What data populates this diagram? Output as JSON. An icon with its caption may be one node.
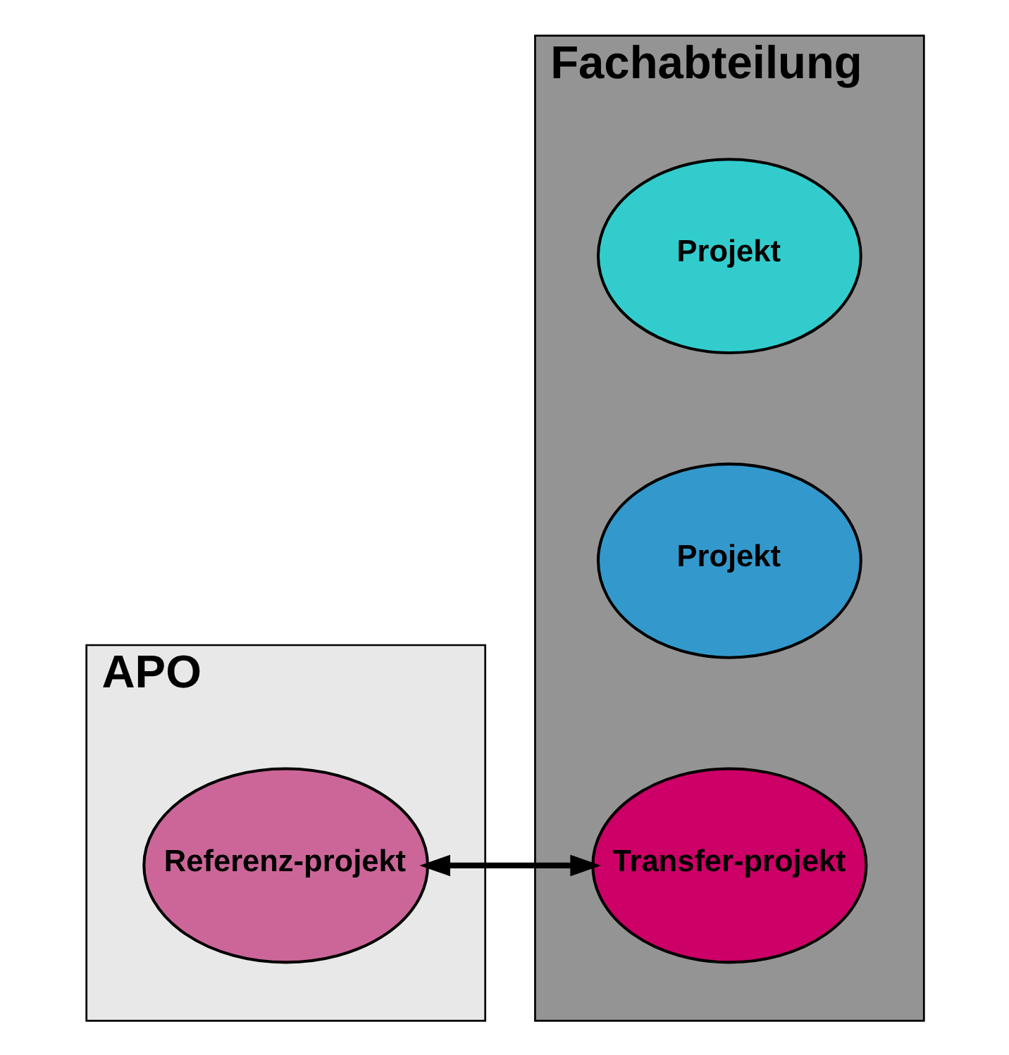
{
  "diagram": {
    "nodes": [
      {
        "text": [
          "APO"
        ]
      },
      {
        "text": [
          "Fachabteilung"
        ]
      },
      {
        "text": [
          "Referenz-projekt"
        ],
        "in": 0
      },
      {
        "text": [
          "Projekt"
        ],
        "in": 1
      },
      {
        "text": [
          "Projekt"
        ],
        "in": 1
      },
      {
        "text": [
          "Transfer-projekt"
        ],
        "in": 1
      }
    ],
    "edges": [
      {
        "from": 2,
        "to": 5,
        "arrow": "both"
      }
    ]
  }
}
